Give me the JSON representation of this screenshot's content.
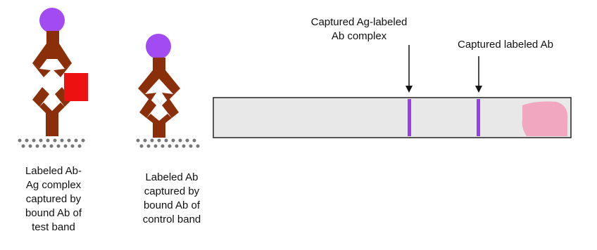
{
  "left_caption": "Labeled Ab-\nAg complex\ncaptured by\nbound Ab of\ntest band",
  "middle_caption": "Labeled Ab\ncaptured by\nbound Ab of\ncontrol band",
  "test_line_label": "Captured Ag-labeled\nAb complex",
  "control_line_label": "Captured labeled Ab",
  "colors": {
    "antibody": "#8B2E0A",
    "label_sphere": "#A34BF2",
    "antigen": "#EE1111",
    "band_line": "#9A3DF0",
    "strip_fill": "#E8E8E8",
    "sample_pad": "#F2A7C0",
    "surface_dots": "#777777"
  },
  "icons": [
    "antibody-icon",
    "label-sphere-icon",
    "antigen-icon",
    "arrow-down-icon"
  ]
}
